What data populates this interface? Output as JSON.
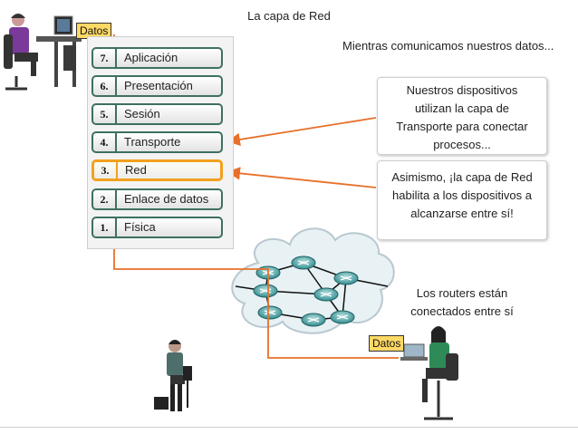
{
  "title": "La capa de Red",
  "subtitle": "Mientras comunicamos nuestros datos...",
  "data_tag_top": "Datos",
  "data_tag_bottom": "Datos",
  "layers": [
    {
      "num": "7.",
      "label": "Aplicación",
      "active": false
    },
    {
      "num": "6.",
      "label": "Presentación",
      "active": false
    },
    {
      "num": "5.",
      "label": "Sesión",
      "active": false
    },
    {
      "num": "4.",
      "label": "Transporte",
      "active": false
    },
    {
      "num": "3.",
      "label": "Red",
      "active": true
    },
    {
      "num": "2.",
      "label": "Enlace de datos",
      "active": false
    },
    {
      "num": "1.",
      "label": "Física",
      "active": false
    }
  ],
  "callout_transport": [
    "Nuestros dispositivos",
    "utilizan la capa de",
    "Transporte para conectar",
    "procesos..."
  ],
  "callout_network": [
    "Asimismo, ¡la capa de Red",
    "habilita a los dispositivos a",
    "alcanzarse entre sí!"
  ],
  "routers_text": [
    "Los routers están",
    "conectados entre sí"
  ],
  "colors": {
    "active_border": "#f2a11e",
    "layer_border": "#3e7060",
    "arrow": "#e8702a",
    "tag_bg": "#ffd966"
  }
}
